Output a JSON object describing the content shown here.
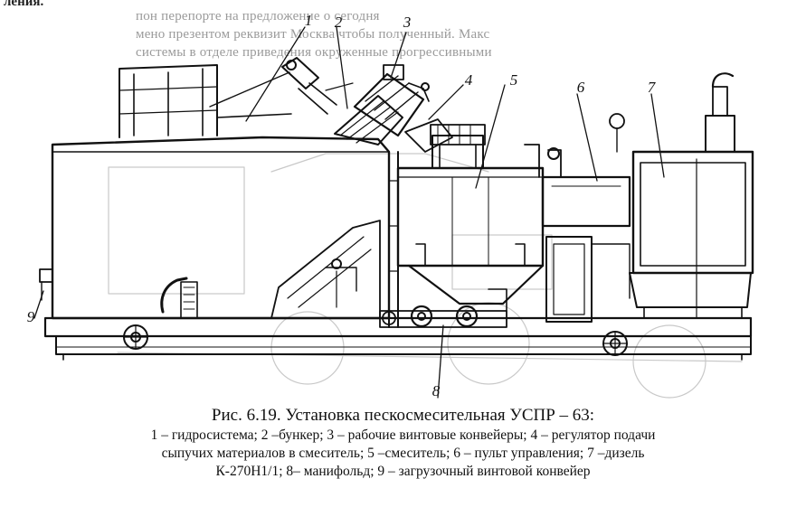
{
  "page_background": "#ffffff",
  "ink_color": "#111111",
  "bleed_text_color": "#9a9a9a",
  "corner_text": "ления.",
  "bleed_through": [
    "пон перепорте на предложение о сегодня",
    "мено презентом реквизит Москва чтобы полученный. Макс",
    "системы в отделе приведения окруженные прогрессивными"
  ],
  "callouts": {
    "c1": "1",
    "c2": "2",
    "c3": "3",
    "c4": "4",
    "c5": "5",
    "c6": "6",
    "c7": "7",
    "c8": "8",
    "c9": "9"
  },
  "caption": {
    "title": "Рис. 6.19. Установка пескосмесительная УСПР – 63:",
    "legend_lines": [
      "1 – гидросистема; 2 –бункер; 3 – рабочие винтовые конвейеры; 4 – регулятор подачи",
      "сыпучих материалов в смеситель; 5 –смеситель; 6 – пульт управления; 7 –дизель",
      "К-270Н1/1; 8– манифольд; 9 – загрузочный винтовой конвейер"
    ]
  }
}
